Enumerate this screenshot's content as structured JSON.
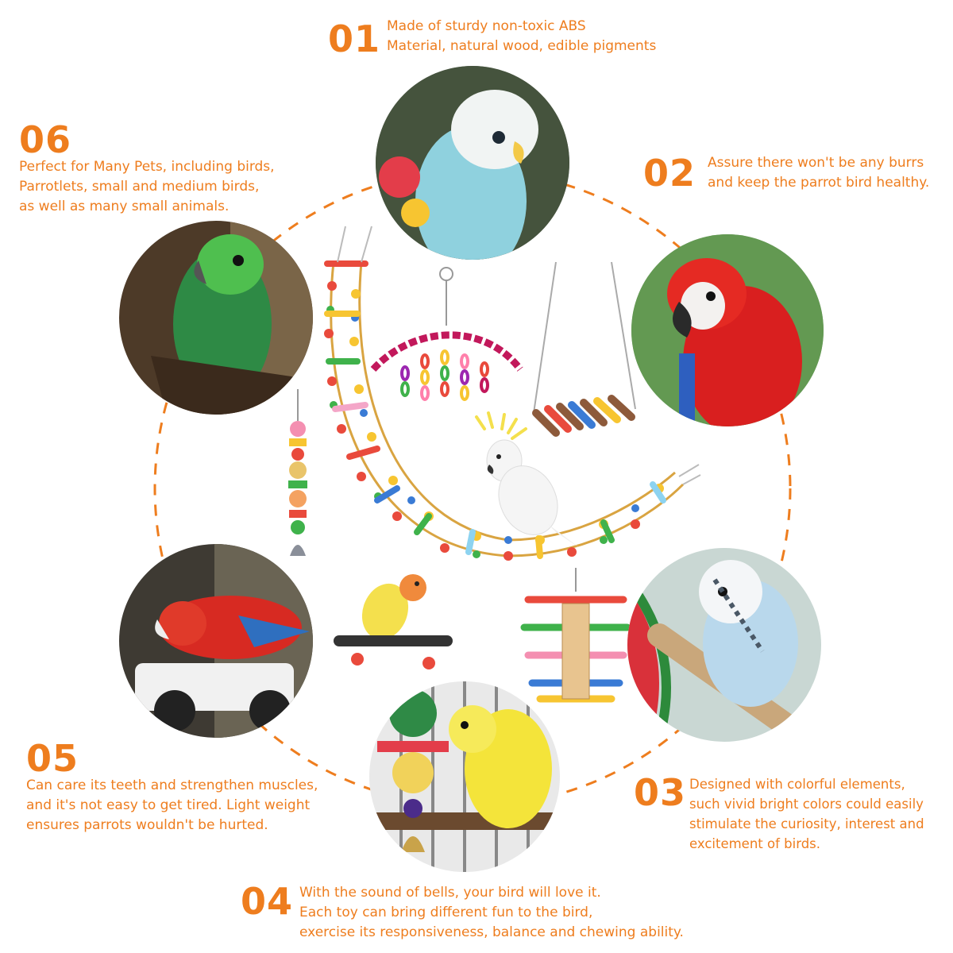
{
  "features": [
    {
      "number": "01",
      "lines": [
        "Made of sturdy non-toxic ABS",
        "Material, natural wood, edible pigments"
      ]
    },
    {
      "number": "02",
      "lines": [
        "Assure there won't be any burrs",
        "and keep the parrot bird healthy."
      ]
    },
    {
      "number": "03",
      "lines": [
        "Designed with colorful elements,",
        "such vivid bright colors could easily",
        "stimulate the curiosity, interest and",
        "excitement of birds."
      ]
    },
    {
      "number": "04",
      "lines": [
        "With the sound of bells, your bird will love it.",
        "Each toy can bring different fun to the bird,",
        "exercise its responsiveness, balance and chewing ability."
      ]
    },
    {
      "number": "05",
      "lines": [
        "Can care its teeth and strengthen muscles,",
        "and it's not easy to get tired. Light weight",
        "ensures parrots wouldn't be hurted."
      ]
    },
    {
      "number": "06",
      "lines": [
        "Perfect for Many Pets, including birds,",
        "Parrotlets, small and medium birds,",
        "as well as many small animals."
      ]
    }
  ],
  "colors": {
    "accent": "#ee7d1e",
    "background": "#ffffff"
  }
}
